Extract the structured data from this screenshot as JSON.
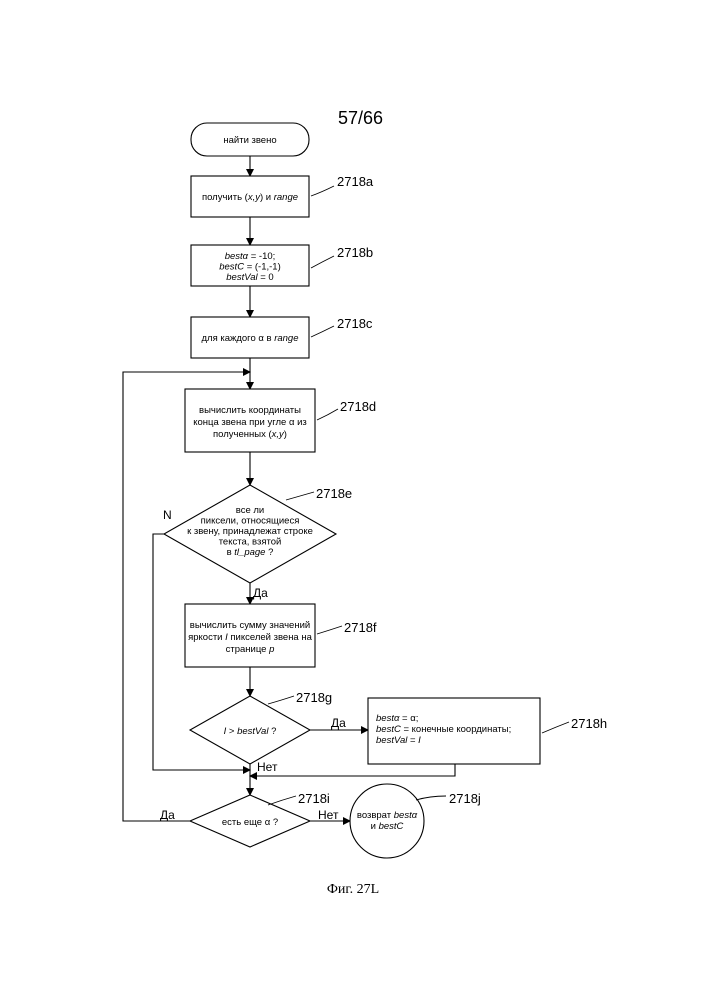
{
  "page_number": "57/66",
  "caption": "Фиг. 27L",
  "nodes": {
    "start": {
      "text": "найти звено"
    },
    "n2718a": {
      "ref": "2718a",
      "parts": [
        {
          "text": "получить ("
        },
        {
          "text": "x,y",
          "italic": true
        },
        {
          "text": ") и "
        },
        {
          "text": "range",
          "italic": true
        }
      ]
    },
    "n2718b": {
      "ref": "2718b",
      "lines": [
        [
          {
            "text": "bestα",
            "italic": true
          },
          {
            "text": " = -10;"
          }
        ],
        [
          {
            "text": "bestC",
            "italic": true
          },
          {
            "text": " = (-1,-1)"
          }
        ],
        [
          {
            "text": "bestVal",
            "italic": true
          },
          {
            "text": " = 0"
          }
        ]
      ]
    },
    "n2718c": {
      "ref": "2718c",
      "parts": [
        {
          "text": "для каждого α в "
        },
        {
          "text": "range",
          "italic": true
        }
      ]
    },
    "n2718d": {
      "ref": "2718d",
      "lines": [
        [
          {
            "text": "вычислить координаты"
          }
        ],
        [
          {
            "text": "конца звена при угле α из"
          }
        ],
        [
          {
            "text": "полученных ("
          },
          {
            "text": "x,y",
            "italic": true
          },
          {
            "text": ")"
          }
        ]
      ]
    },
    "n2718e": {
      "ref": "2718e",
      "lines": [
        [
          {
            "text": "все ли"
          }
        ],
        [
          {
            "text": "пиксели, относящиеся"
          }
        ],
        [
          {
            "text": "к звену, принадлежат строке"
          }
        ],
        [
          {
            "text": "текста, взятой"
          }
        ],
        [
          {
            "text": "в "
          },
          {
            "text": "tl_page",
            "italic": true
          },
          {
            "text": " ?"
          }
        ]
      ]
    },
    "n2718f": {
      "ref": "2718f",
      "lines": [
        [
          {
            "text": "вычислить сумму значений"
          }
        ],
        [
          {
            "text": "яркости "
          },
          {
            "text": "I",
            "italic": true
          },
          {
            "text": " пикселей звена на"
          }
        ],
        [
          {
            "text": "странице "
          },
          {
            "text": "p",
            "italic": true
          }
        ]
      ]
    },
    "n2718g": {
      "ref": "2718g",
      "parts": [
        {
          "text": "I",
          "italic": true
        },
        {
          "text": " > "
        },
        {
          "text": "bestVal",
          "italic": true
        },
        {
          "text": " ?"
        }
      ]
    },
    "n2718h": {
      "ref": "2718h",
      "lines": [
        [
          {
            "text": "bestα",
            "italic": true
          },
          {
            "text": " = α;"
          }
        ],
        [
          {
            "text": "bestC",
            "italic": true
          },
          {
            "text": " = конечные координаты;"
          }
        ],
        [
          {
            "text": "bestVal",
            "italic": true
          },
          {
            "text": " = "
          },
          {
            "text": "I",
            "italic": true
          }
        ]
      ]
    },
    "n2718i": {
      "ref": "2718i",
      "text": "есть еще α ?"
    },
    "n2718j": {
      "ref": "2718j",
      "lines": [
        [
          {
            "text": "возврат "
          },
          {
            "text": "bestα",
            "italic": true
          }
        ],
        [
          {
            "text": "и "
          },
          {
            "text": "bestC",
            "italic": true
          }
        ]
      ]
    }
  },
  "edge_labels": {
    "e_no": "N",
    "e_yes": "Да",
    "g_yes": "Да",
    "g_no": "Нет",
    "i_yes": "Да",
    "i_no": "Нет"
  }
}
